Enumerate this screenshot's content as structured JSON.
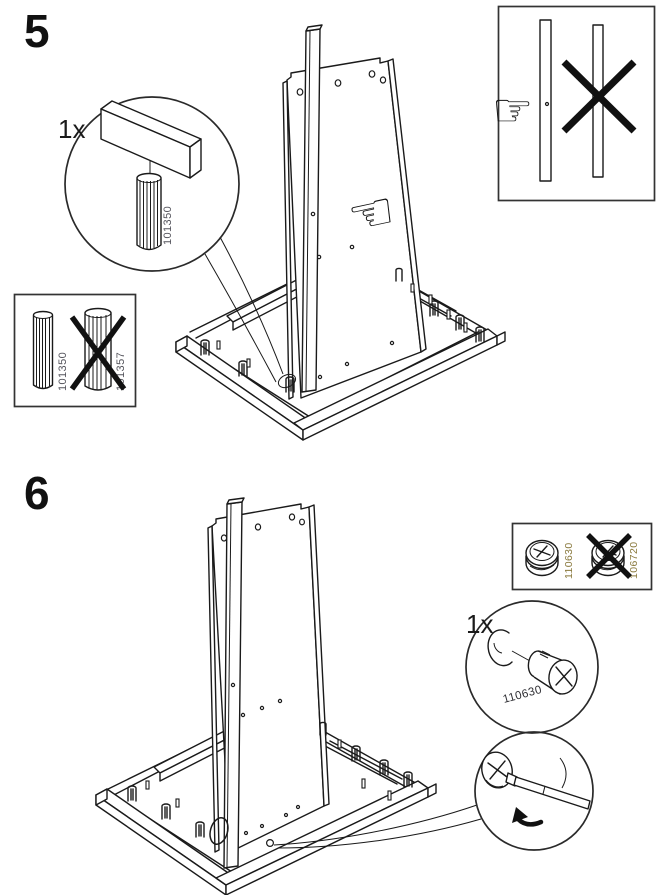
{
  "page": {
    "background": "#ffffff",
    "line_color": "#1a1a1a"
  },
  "colors": {
    "ink": "#111111",
    "part_number_gray": "#54545c",
    "part_number_gold": "#8a7a3e"
  },
  "icons": {
    "pointing_hand_left_glyph": "☜",
    "pointing_hand_right_glyph": "☞"
  },
  "step5": {
    "number": "5",
    "callout": {
      "quantity": "1x",
      "part_number": "101350"
    },
    "parts_box": {
      "correct_part_number": "101350",
      "wrong_part_number": "101357"
    }
  },
  "step6": {
    "number": "6",
    "parts_box": {
      "correct_part_number": "110630",
      "wrong_part_number": "106720"
    },
    "callout": {
      "quantity": "1x",
      "part_number": "110630"
    }
  }
}
